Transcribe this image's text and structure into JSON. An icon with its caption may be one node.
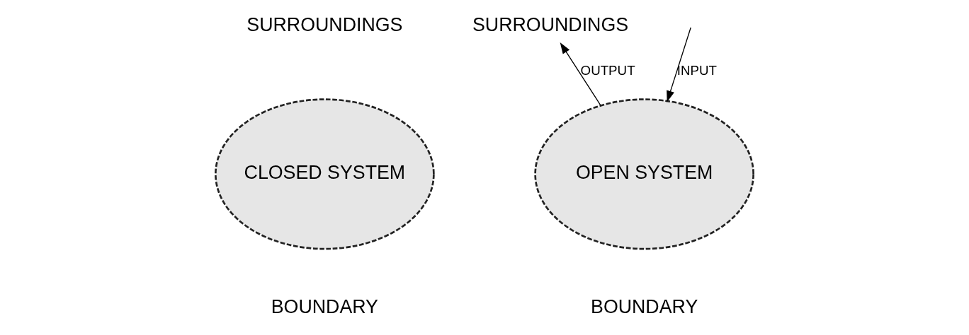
{
  "diagram": {
    "nodes": [
      {
        "text": [
          "CLOSED SYSTEM"
        ],
        "beside": [
          "BOUNDARY"
        ]
      },
      {
        "text": [
          "SURROUNDINGS"
        ]
      },
      {
        "text": [
          "OPEN SYSTEM"
        ],
        "beside": [
          "BOUNDARY"
        ]
      }
    ],
    "edges": [
      {
        "from": null,
        "to": 2,
        "arrow": "to",
        "label": "INPUT"
      },
      {
        "from": 2,
        "to": 1,
        "arrow": "to",
        "label": "OUTPUT"
      }
    ],
    "labels": [
      "SURROUNDINGS"
    ]
  }
}
